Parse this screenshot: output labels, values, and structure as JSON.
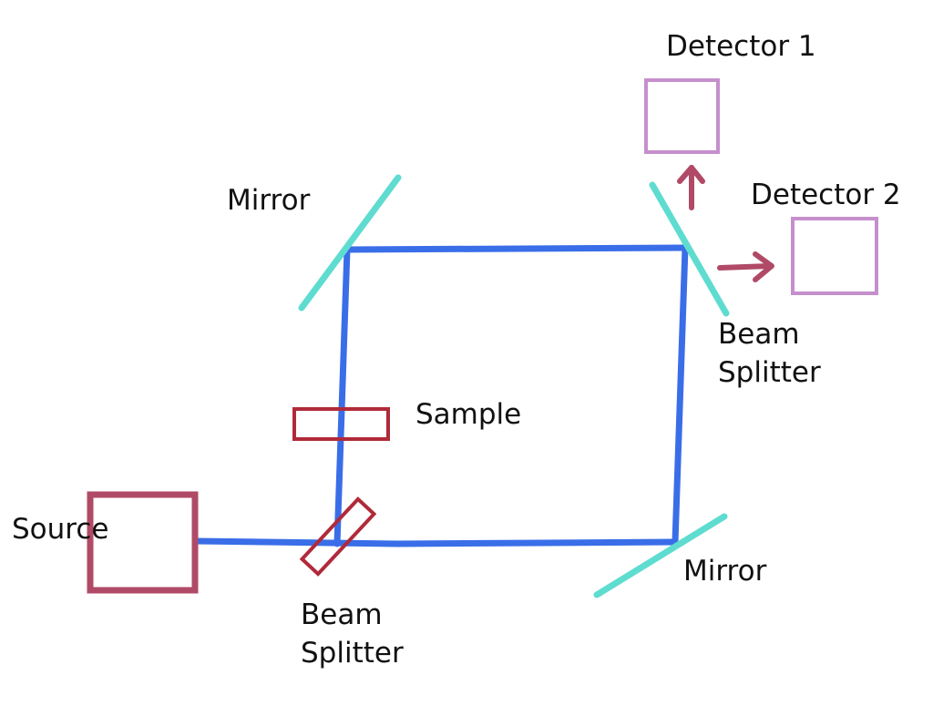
{
  "diagram": {
    "title": "Mach-Zehnder interferometer",
    "labels": {
      "source": "Source",
      "beam_splitter_input_line1": "Beam",
      "beam_splitter_input_line2": "Splitter",
      "sample": "Sample",
      "mirror_top": "Mirror",
      "mirror_bottom": "Mirror",
      "beam_splitter_output_line1": "Beam",
      "beam_splitter_output_line2": "Splitter",
      "detector_1": "Detector 1",
      "detector_2": "Detector 2"
    },
    "colors": {
      "beam": "#3a6ee8",
      "mirror": "#5fdcd0",
      "source": "#b04a66",
      "sample": "#b02a3a",
      "beam_splitter_input": "#b02a3a",
      "beam_splitter_output": "#5fdcd0",
      "detector": "#c58fcc",
      "arrow": "#b04a66",
      "text": "#111111"
    }
  }
}
